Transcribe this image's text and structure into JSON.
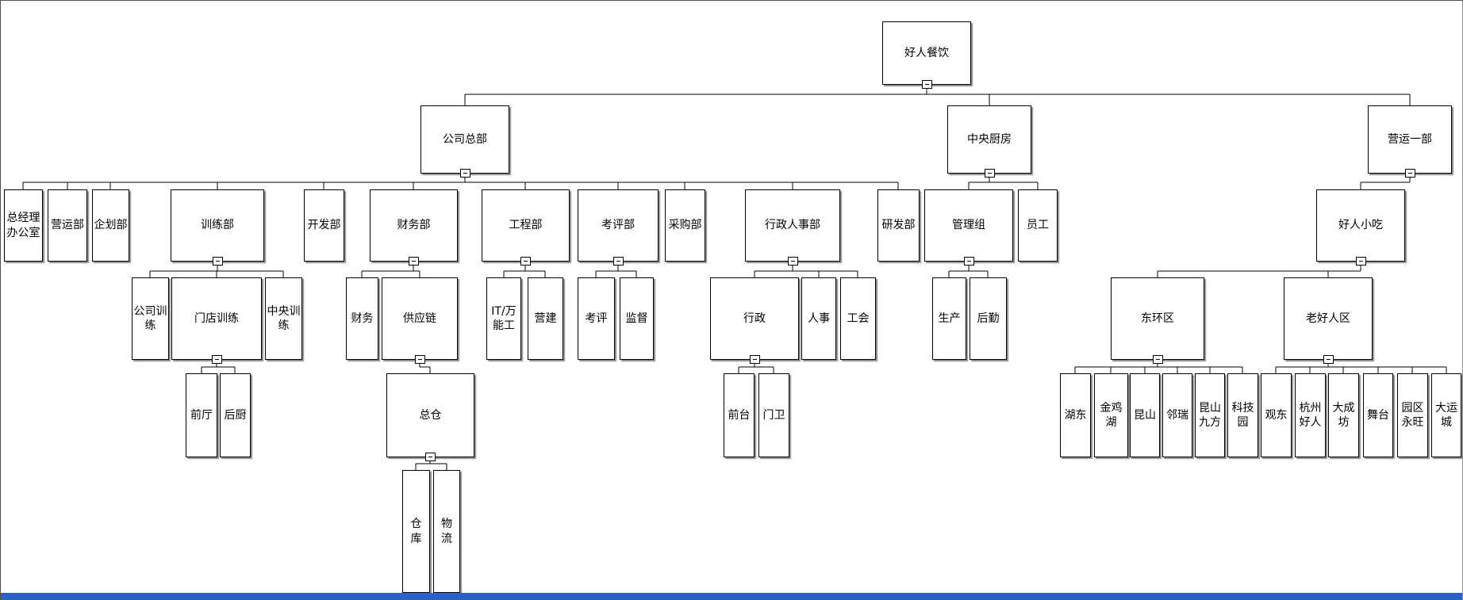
{
  "colors": {
    "box_fill": "#ffffff",
    "box_border": "#000000",
    "connector_line": "#000000",
    "bottom_bar": "#2a62c9"
  },
  "tree": {
    "label": "好人餐饮",
    "children": [
      {
        "label": "公司总部",
        "children": [
          {
            "label": "总经理办公室"
          },
          {
            "label": "营运部"
          },
          {
            "label": "企划部"
          },
          {
            "label": "训练部",
            "children": [
              {
                "label": "公司训练"
              },
              {
                "label": "门店训练",
                "children": [
                  {
                    "label": "前厅"
                  },
                  {
                    "label": "后厨"
                  }
                ]
              },
              {
                "label": "中央训练"
              }
            ]
          },
          {
            "label": "开发部"
          },
          {
            "label": "财务部",
            "children": [
              {
                "label": "财务"
              },
              {
                "label": "供应链",
                "children": [
                  {
                    "label": "总仓",
                    "children": [
                      {
                        "label": "仓库"
                      },
                      {
                        "label": "物流"
                      }
                    ]
                  }
                ]
              }
            ]
          },
          {
            "label": "工程部",
            "children": [
              {
                "label": "IT/万能工"
              },
              {
                "label": "营建"
              }
            ]
          },
          {
            "label": "考评部",
            "children": [
              {
                "label": "考评"
              },
              {
                "label": "监督"
              }
            ]
          },
          {
            "label": "采购部"
          },
          {
            "label": "行政人事部",
            "children": [
              {
                "label": "行政",
                "children": [
                  {
                    "label": "前台"
                  },
                  {
                    "label": "门卫"
                  }
                ]
              },
              {
                "label": "人事"
              },
              {
                "label": "工会"
              }
            ]
          },
          {
            "label": "研发部"
          }
        ]
      },
      {
        "label": "中央厨房",
        "children": [
          {
            "label": "管理组",
            "children": [
              {
                "label": "生产"
              },
              {
                "label": "后勤"
              }
            ]
          },
          {
            "label": "员工"
          }
        ]
      },
      {
        "label": "营运一部",
        "children": [
          {
            "label": "好人小吃",
            "children": [
              {
                "label": "东环区",
                "children": [
                  {
                    "label": "湖东"
                  },
                  {
                    "label": "金鸡湖"
                  },
                  {
                    "label": "昆山"
                  },
                  {
                    "label": "邻瑞"
                  },
                  {
                    "label": "昆山九方"
                  },
                  {
                    "label": "科技园"
                  }
                ]
              },
              {
                "label": "老好人区",
                "children": [
                  {
                    "label": "观东"
                  },
                  {
                    "label": "杭州好人"
                  },
                  {
                    "label": "大成坊"
                  },
                  {
                    "label": "舞台"
                  },
                  {
                    "label": "园区永旺"
                  },
                  {
                    "label": "大运城"
                  }
                ]
              }
            ]
          }
        ]
      }
    ]
  }
}
